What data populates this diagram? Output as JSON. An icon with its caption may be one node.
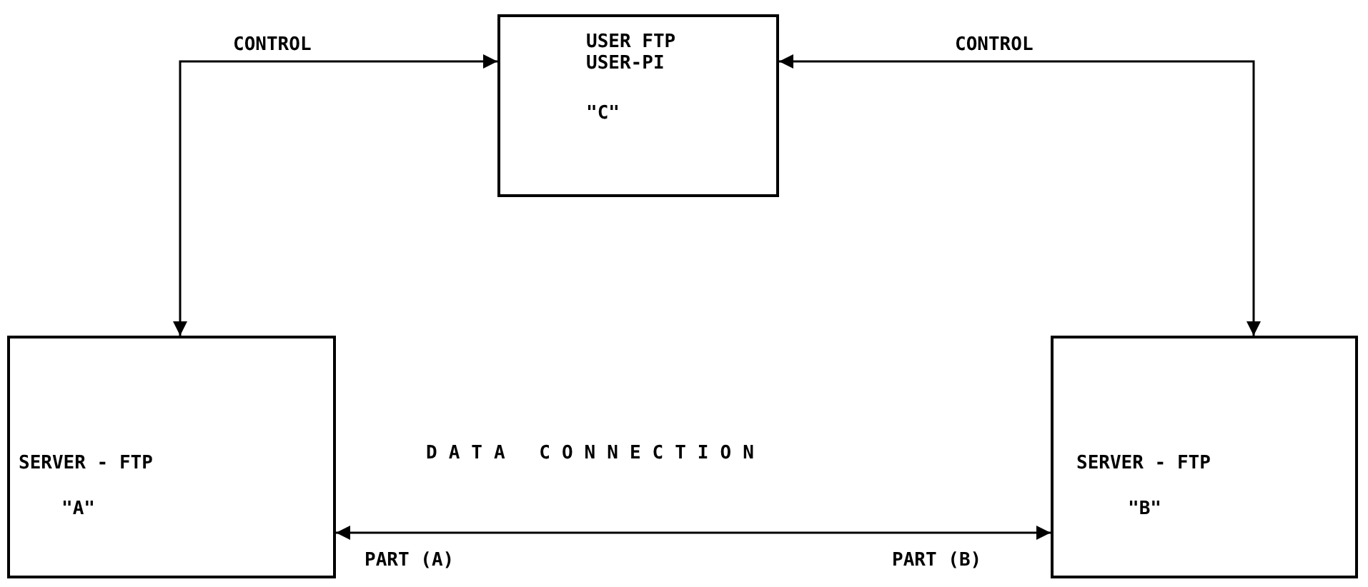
{
  "diagram": {
    "nodes": [
      {
        "text": [
          "USER FTP USER-PI",
          "\"C\""
        ]
      },
      {
        "text": [
          "SERVER - FTP",
          "\"A\""
        ]
      },
      {
        "text": [
          "SERVER - FTP",
          "\"B\""
        ]
      }
    ],
    "edges": [
      {
        "from": 0,
        "to": 1,
        "arrow": "both",
        "label": "CONTROL"
      },
      {
        "from": 0,
        "to": 2,
        "arrow": "both",
        "label": "CONTROL"
      },
      {
        "from": 1,
        "to": 2,
        "arrow": "both",
        "label": "DATA CONNECTION"
      }
    ],
    "labels": [
      "PART (A)",
      "PART (B)"
    ]
  }
}
